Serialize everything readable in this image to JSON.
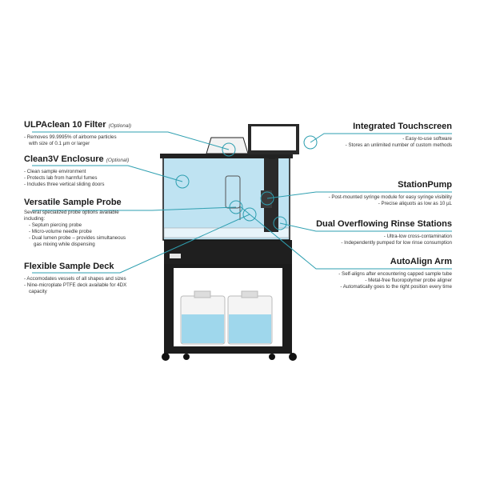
{
  "callouts": {
    "ulpa": {
      "title": "ULPAclean 10 Filter",
      "optional": "(Optional)",
      "items": [
        "- Removes 99.9995% of airborne particles",
        "  with size of 0.1 µm or larger"
      ]
    },
    "enclosure": {
      "title": "Clean3V Enclosure",
      "optional": "(Optional)",
      "items": [
        "- Clean sample environment",
        "- Protects lab from harmful fumes",
        "- Includes three vertical sliding doors"
      ]
    },
    "probe": {
      "title": "Versatile Sample Probe",
      "intro": [
        "Several specialized probe options available",
        "including:"
      ],
      "items": [
        "- Septum piercing probe",
        "- Micro-volume needle probe",
        "- Dual lumen probe – provides simultaneous",
        "  gas mixing while dispensing"
      ]
    },
    "deck": {
      "title": "Flexible Sample Deck",
      "items": [
        "- Accomodates vessels of all shapes and sizes",
        "- Nine-microplate PTFE deck available for 4DX",
        "  capacity"
      ]
    },
    "touchscreen": {
      "title": "Integrated Touchscreen",
      "items": [
        "- Easy-to-use software",
        "- Stores an unlimited number of custom methods"
      ]
    },
    "stationpump": {
      "title": "StationPump",
      "items": [
        "- Post-mounted syringe module for easy syringe visibility",
        "- Precise aliquots as low as 10 µL"
      ]
    },
    "rinse": {
      "title": "Dual Overflowing Rinse Stations",
      "items": [
        "- Ultra-low cross-contamination",
        "- Independently pumped for low rinse consumption"
      ]
    },
    "arm": {
      "title": "AutoAlign Arm",
      "items": [
        "- Self-aligns after encountering capped sample tube",
        "- Metal-free fluoropolymer probe aligner",
        "- Automatically goes to the right position every time"
      ]
    }
  },
  "colors": {
    "accent": "#2e9fb0",
    "enclosure_fill": "#bfe3f2",
    "cabinet": "#1c1c1c",
    "liquid": "#9fd7ec"
  },
  "icons": [
    "touchscreen-icon",
    "filter-icon",
    "bottle-icon"
  ]
}
